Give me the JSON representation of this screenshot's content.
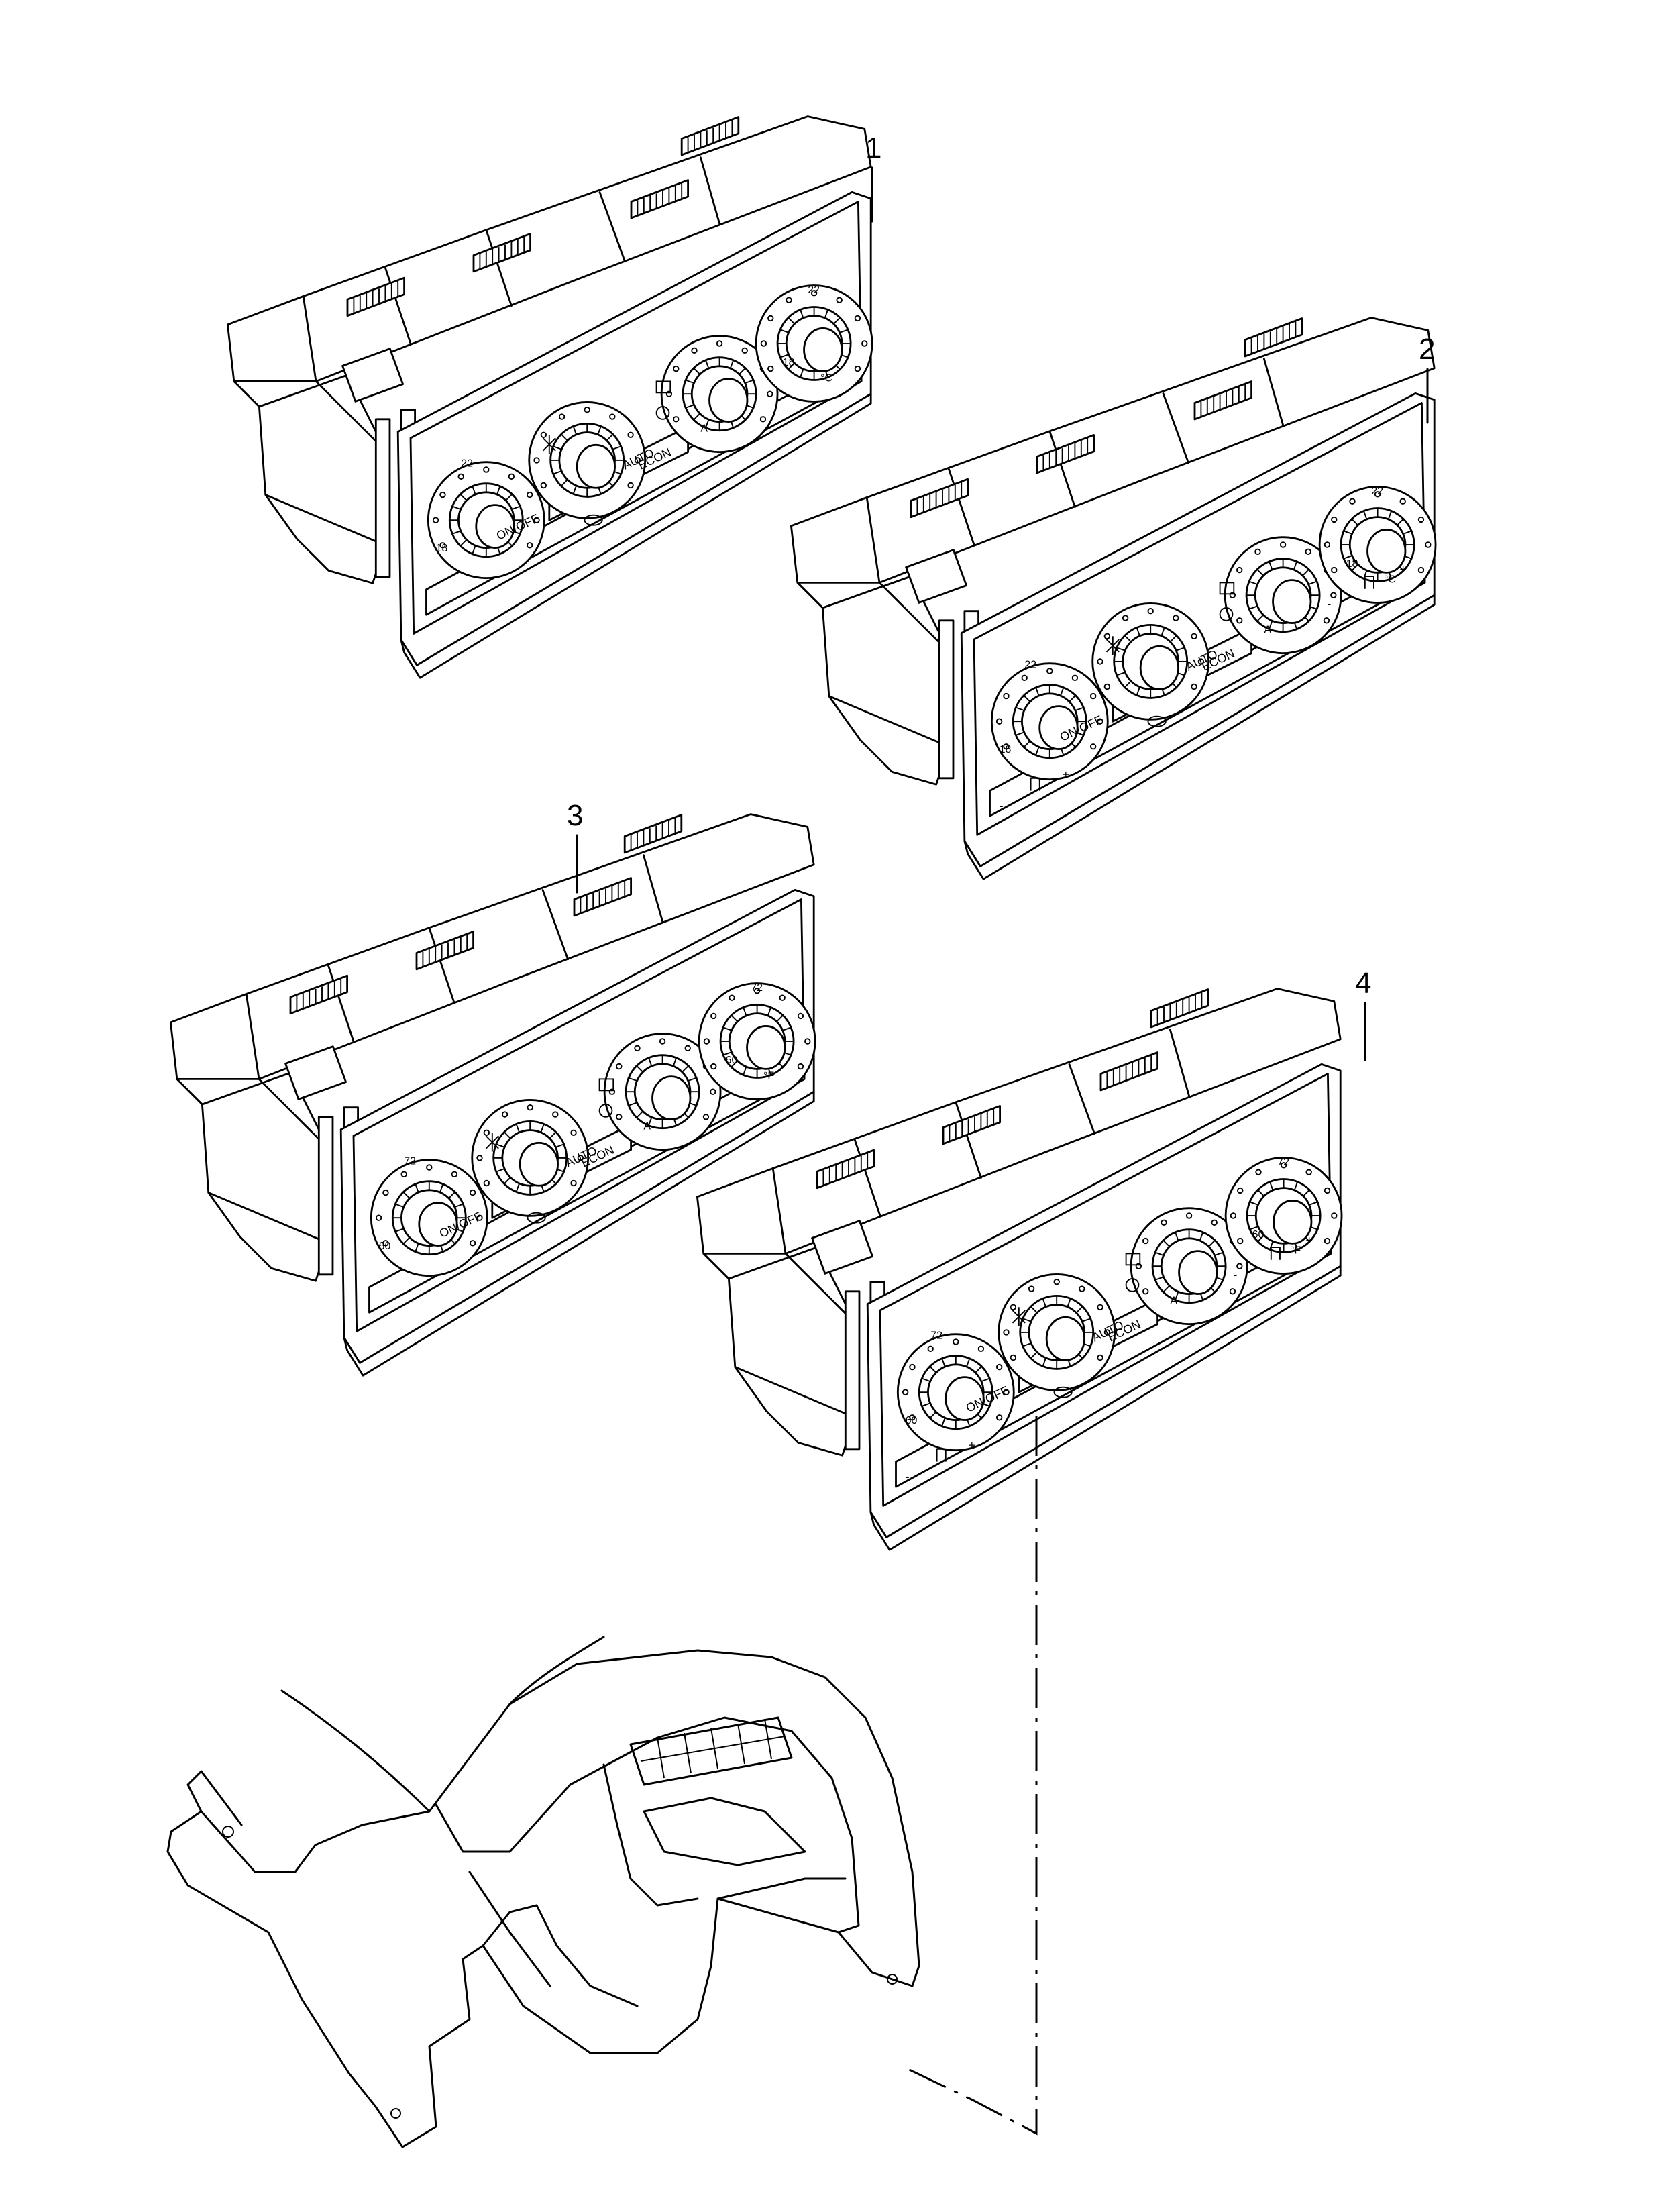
{
  "callouts": [
    "1",
    "2",
    "3",
    "4"
  ],
  "buttons": {
    "on_off": "ON/OFF",
    "auto": "AUTO",
    "econ": "ECON",
    "minus": "-",
    "plus": "+"
  },
  "scales": {
    "celsius": {
      "low": "18",
      "high": "22",
      "unit": "°C"
    },
    "fahrenheit": {
      "low": "60",
      "high": "72",
      "unit": "°F"
    },
    "auto_marker": "A"
  },
  "icons": [
    "snowflake-icon",
    "fan-icon",
    "recirculation-icon",
    "rear-defrost-icon",
    "seat-heater-icon"
  ]
}
